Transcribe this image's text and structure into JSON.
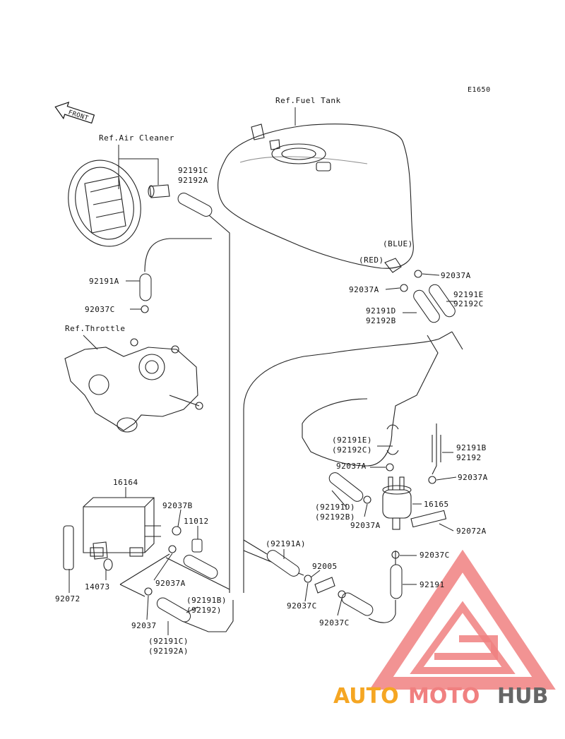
{
  "diagram_id": "E1650",
  "front_badge": "FRONT",
  "labels": {
    "ref_fuel_tank": "Ref.Fuel Tank",
    "ref_air_cleaner": "Ref.Air Cleaner",
    "ref_throttle": "Ref.Throttle",
    "blue": "(BLUE)",
    "red": "(RED)",
    "p92191c_top": "92191C",
    "p92192a_top": "92192A",
    "p92191a_left": "92191A",
    "p92037c_left": "92037C",
    "p92037a_tank_r": "92037A",
    "p92037a_tank_l": "92037A",
    "p92191e_tank": "92191E",
    "p92192c_tank": "92192C",
    "p92191d_tank": "92191D",
    "p92192b_tank": "92192B",
    "p92191e_mid": "(92191E)",
    "p92192c_mid": "(92192C)",
    "p92191b_right": "92191B",
    "p92192_right": "92192",
    "p92037a_mid": "92037A",
    "p92037a_right": "92037A",
    "p92191d_mid": "(92191D)",
    "p92192b_mid": "(92192B)",
    "p16165": "16165",
    "p92037a_filter": "92037A",
    "p92072a": "92072A",
    "p92037c_right": "92037C",
    "p92191_right": "92191",
    "p16164": "16164",
    "p92037b": "92037B",
    "p11012": "11012",
    "p92037a_canister": "92037A",
    "p14073": "14073",
    "p92072": "92072",
    "p92191b_paren": "(92191B)",
    "p92192_paren": "(92192)",
    "p92037": "92037",
    "p92191c_paren": "(92191C)",
    "p92192a_paren": "(92192A)",
    "p92191a_paren": "(92191A)",
    "p92005": "92005",
    "p92037c_b1": "92037C",
    "p92037c_b2": "92037C"
  },
  "watermark": {
    "part1": "AUTO",
    "part2": "MOTO",
    "part3": "HUB"
  },
  "colors": {
    "watermark_orange": "#f5a623",
    "watermark_red": "#f08080",
    "watermark_gray": "#666666"
  }
}
